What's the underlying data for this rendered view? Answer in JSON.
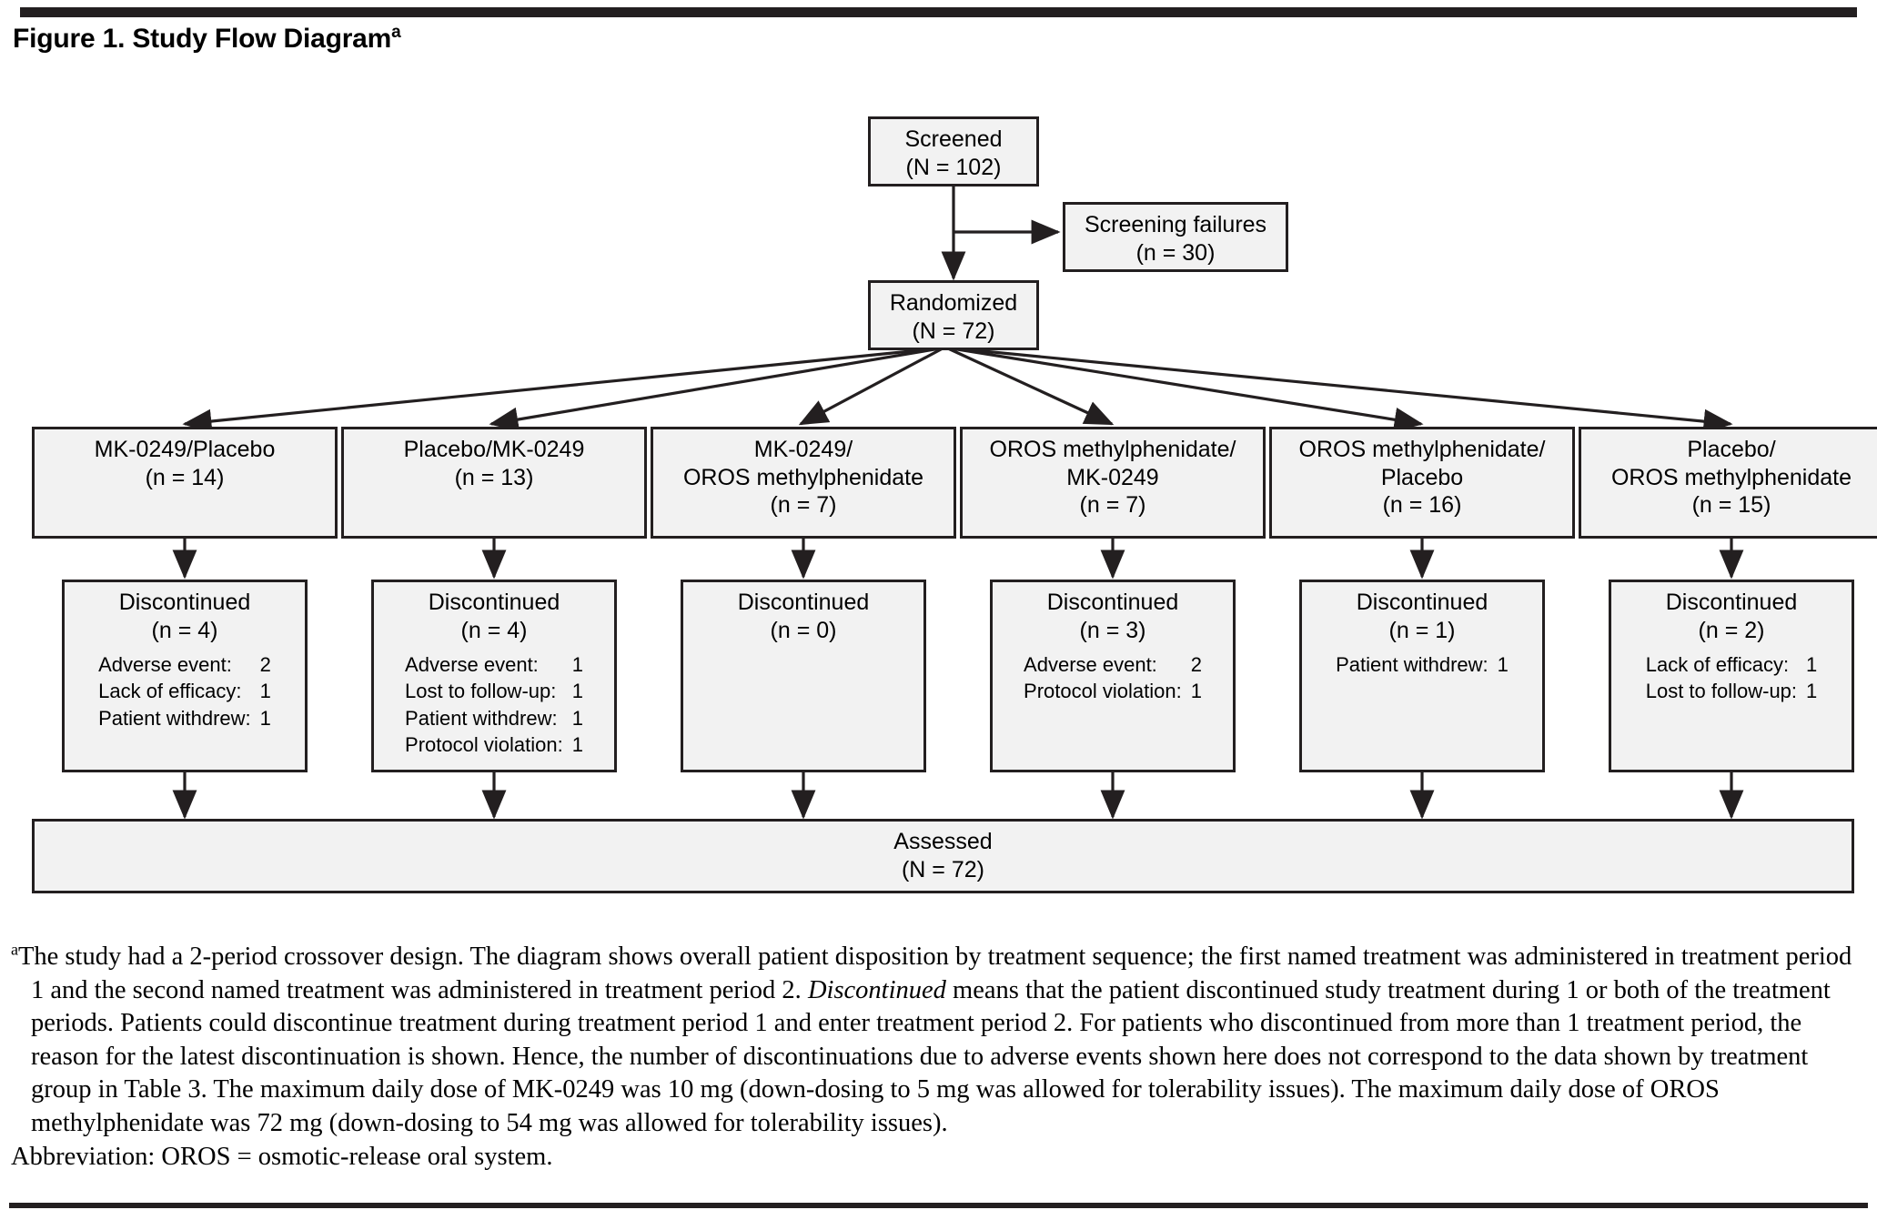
{
  "figure": {
    "title": "Figure 1. Study Flow Diagram",
    "title_superscript": "a"
  },
  "flow": {
    "screened": {
      "label": "Screened",
      "count": "(N = 102)"
    },
    "screening_failures": {
      "label": "Screening failures",
      "count": "(n = 30)"
    },
    "randomized": {
      "label": "Randomized",
      "count": "(N = 72)"
    },
    "arms": [
      {
        "label_line1": "MK-0249/Placebo",
        "label_line2": "",
        "count": "(n = 14)",
        "discontinued": {
          "label": "Discontinued",
          "count": "(n = 4)",
          "reasons": [
            {
              "reason": "Adverse event:",
              "value": "2"
            },
            {
              "reason": "Lack of efficacy:",
              "value": "1"
            },
            {
              "reason": "Patient withdrew:",
              "value": "1"
            }
          ]
        }
      },
      {
        "label_line1": "Placebo/MK-0249",
        "label_line2": "",
        "count": "(n = 13)",
        "discontinued": {
          "label": "Discontinued",
          "count": "(n = 4)",
          "reasons": [
            {
              "reason": "Adverse event:",
              "value": "1"
            },
            {
              "reason": "Lost to follow-up:",
              "value": "1"
            },
            {
              "reason": "Patient withdrew:",
              "value": "1"
            },
            {
              "reason": "Protocol violation:",
              "value": "1"
            }
          ]
        }
      },
      {
        "label_line1": "MK-0249/",
        "label_line2": "OROS methylphenidate",
        "count": "(n = 7)",
        "discontinued": {
          "label": "Discontinued",
          "count": "(n = 0)",
          "reasons": []
        }
      },
      {
        "label_line1": "OROS methylphenidate/",
        "label_line2": "MK-0249",
        "count": "(n = 7)",
        "discontinued": {
          "label": "Discontinued",
          "count": "(n = 3)",
          "reasons": [
            {
              "reason": "Adverse event:",
              "value": "2"
            },
            {
              "reason": "Protocol violation:",
              "value": "1"
            }
          ]
        }
      },
      {
        "label_line1": "OROS methylphenidate/",
        "label_line2": "Placebo",
        "count": "(n = 16)",
        "discontinued": {
          "label": "Discontinued",
          "count": "(n = 1)",
          "reasons": [
            {
              "reason": "Patient withdrew:",
              "value": "1"
            }
          ]
        }
      },
      {
        "label_line1": "Placebo/",
        "label_line2": "OROS methylphenidate",
        "count": "(n = 15)",
        "discontinued": {
          "label": "Discontinued",
          "count": "(n = 2)",
          "reasons": [
            {
              "reason": "Lack of efficacy:",
              "value": "1"
            },
            {
              "reason": "Lost to follow-up:",
              "value": "1"
            }
          ]
        }
      }
    ],
    "assessed": {
      "label": "Assessed",
      "count": "(N = 72)"
    }
  },
  "footnote": {
    "marker": "a",
    "part1": "The study had a 2-period crossover design. The diagram shows overall patient disposition by treatment sequence; the first named treatment was administered in treatment period 1 and the second named treatment was administered in treatment period 2. ",
    "italic": "Discontinued",
    "part2": " means that the patient discontinued study treatment during 1 or both of the treatment periods. Patients could discontinue treatment during treatment period 1 and enter treatment period 2. For patients who discontinued from more than 1 treatment period, the reason for the latest discontinuation is shown. Hence, the number of discontinuations due to adverse events shown here does not correspond to the data shown by treatment group in Table 3. The maximum daily dose of MK-0249 was 10 mg (down-dosing to 5 mg was allowed for tolerability issues). The maximum daily dose of OROS methylphenidate was 72 mg (down-dosing to 54 mg was allowed for tolerability issues).",
    "abbreviation": "Abbreviation: OROS = osmotic-release oral system."
  },
  "colors": {
    "box_fill": "#f2f2f2",
    "box_border": "#231f20",
    "rule": "#231f20",
    "text": "#000000"
  }
}
